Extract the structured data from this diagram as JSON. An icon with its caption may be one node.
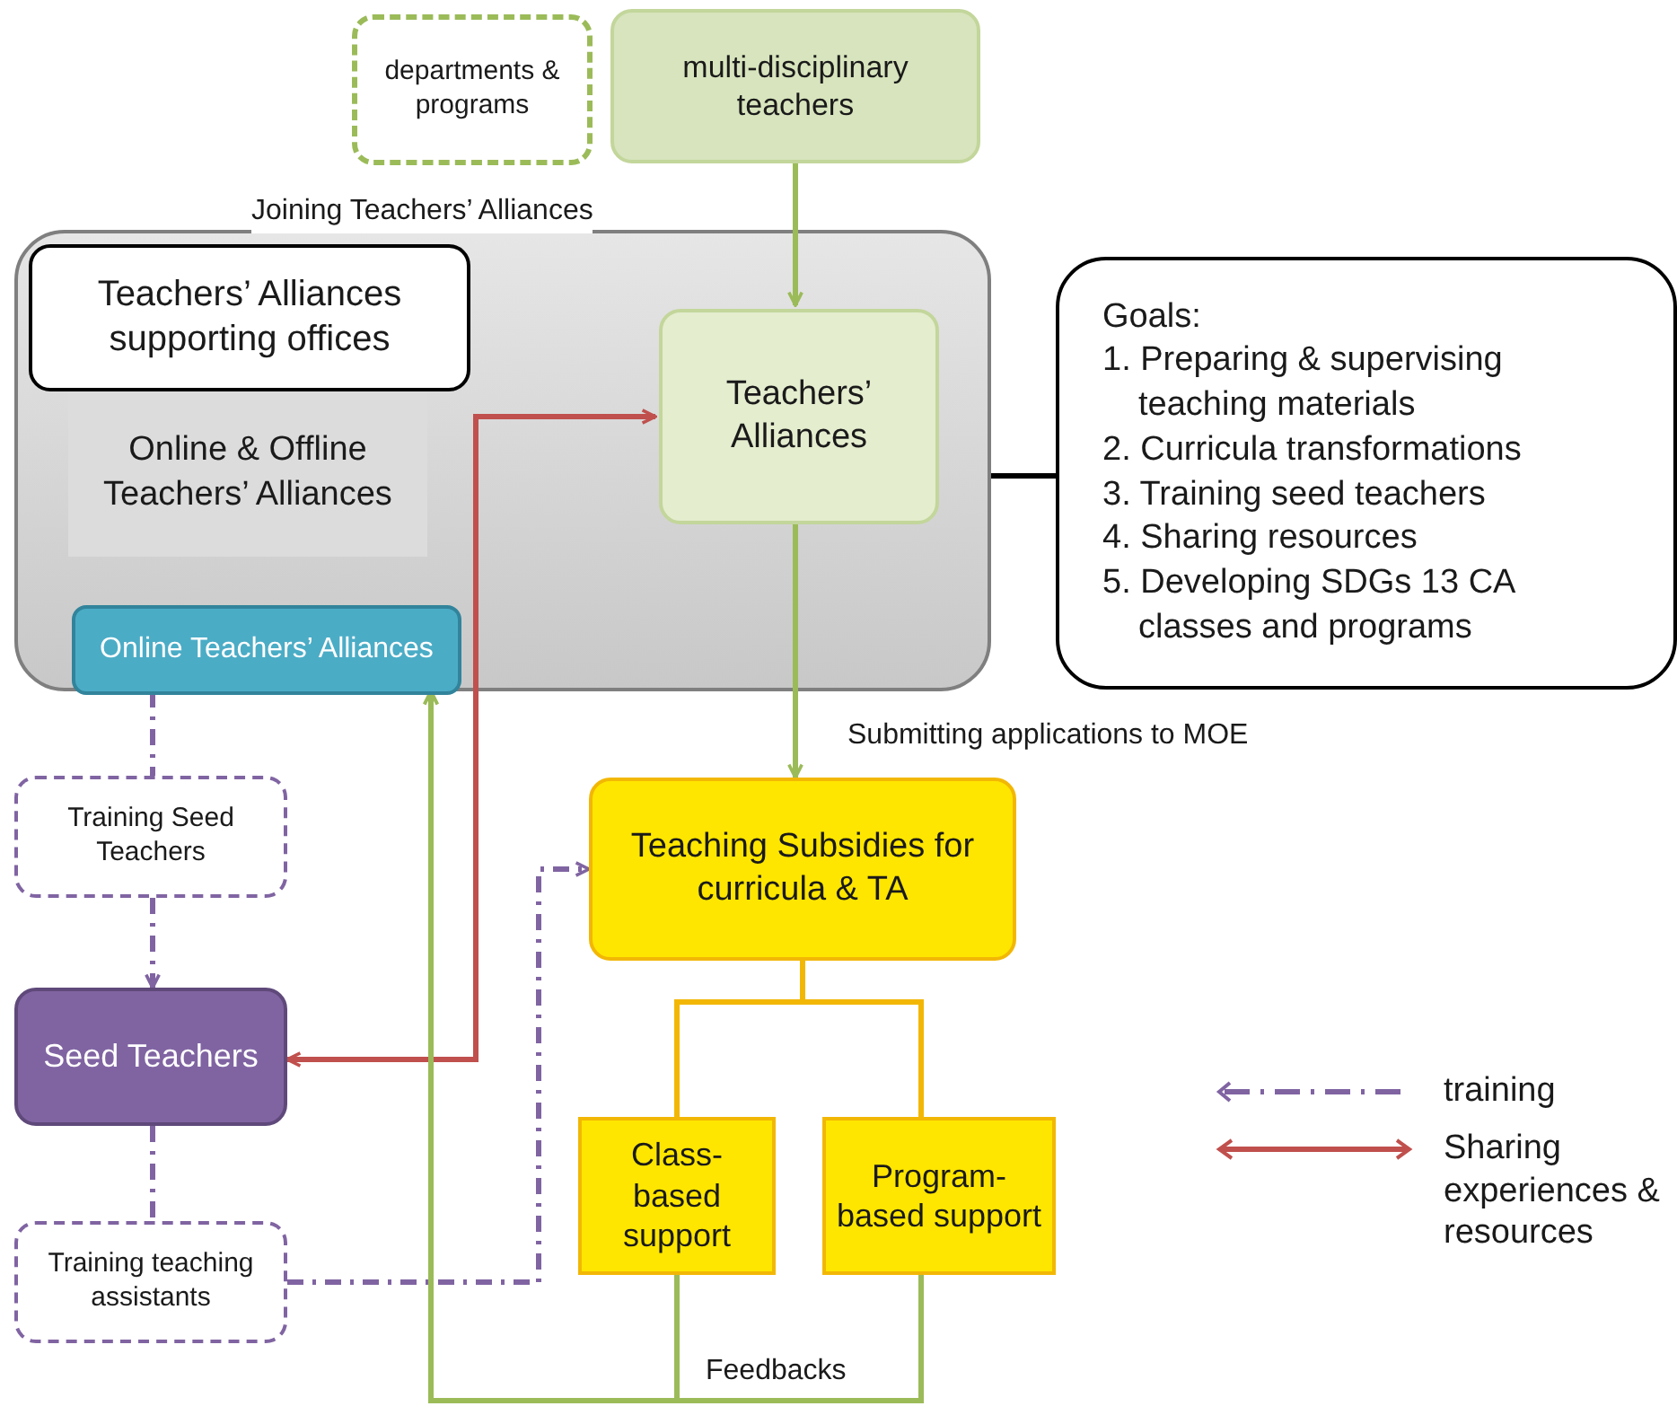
{
  "diagram": {
    "nodes": [
      {
        "text": [
          "departments & programs"
        ]
      },
      {
        "text": [
          "multi-disciplinary teachers"
        ]
      },
      {
        "text": [
          "Online & Offline Teachers’ Alliances"
        ]
      },
      {
        "text": [
          "Teachers’ Alliances supporting offices"
        ],
        "in": 2
      },
      {
        "text": [
          "Teachers’ Alliances"
        ],
        "in": 2
      },
      {
        "text": [
          "Online Teachers’ Alliances"
        ],
        "in": 2
      },
      {
        "text": [
          "Goals:",
          "1. Preparing & supervising teaching materials",
          "2. Curricula transformations",
          "3. Training seed teachers",
          "4. Sharing resources",
          "5. Developing SDGs 13 CA classes and programs"
        ]
      },
      {
        "text": [
          "Training Seed Teachers"
        ]
      },
      {
        "text": [
          "Seed Teachers"
        ]
      },
      {
        "text": [
          "Training teaching assistants"
        ]
      },
      {
        "text": [
          "Teaching Subsidies for curricula & TA"
        ]
      },
      {
        "text": [
          "Class-based support"
        ]
      },
      {
        "text": [
          "Program-based support"
        ]
      }
    ],
    "edges": [
      {
        "from": 1,
        "to": 4,
        "arrow": "to",
        "color": "#9bbb59"
      },
      {
        "from": 4,
        "to": 10,
        "arrow": "to",
        "color": "#9bbb59"
      },
      {
        "from": 4,
        "to": 8,
        "arrow": "both",
        "color": "#c0504d"
      },
      {
        "from": 5,
        "to": 7,
        "arrow": "none",
        "style": "dashed",
        "color": "#8064a2"
      },
      {
        "from": 7,
        "to": 8,
        "arrow": "to",
        "style": "dashed",
        "color": "#8064a2"
      },
      {
        "from": 8,
        "to": 9,
        "arrow": "none",
        "style": "dashed",
        "color": "#8064a2"
      },
      {
        "from": 9,
        "to": 10,
        "arrow": "to",
        "style": "dashed",
        "color": "#8064a2"
      },
      {
        "from": 10,
        "to": 11,
        "arrow": "none",
        "color": "#f2b705"
      },
      {
        "from": 10,
        "to": 12,
        "arrow": "none",
        "color": "#f2b705"
      },
      {
        "from": 11,
        "to": 5,
        "arrow": "to",
        "color": "#9bbb59"
      },
      {
        "from": 12,
        "to": 5,
        "arrow": "to",
        "color": "#9bbb59"
      },
      {
        "from": 2,
        "to": 6,
        "arrow": "none",
        "color": "#000000"
      }
    ],
    "labels": [
      "Joining Teachers’ Alliances",
      "Submitting applications to MOE",
      "Feedbacks"
    ],
    "legend": [
      {
        "text": "training"
      },
      {
        "text": "Sharing experiences & resources"
      }
    ]
  }
}
